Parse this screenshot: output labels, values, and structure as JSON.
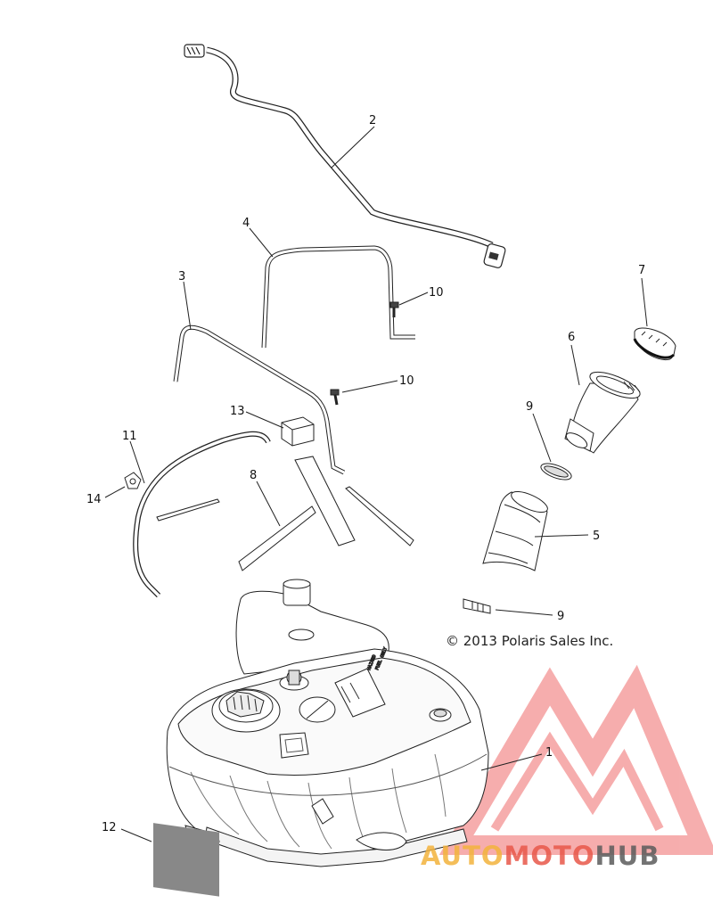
{
  "callouts": {
    "c1": "1",
    "c2": "2",
    "c3": "3",
    "c4": "4",
    "c5": "5",
    "c6": "6",
    "c7": "7",
    "c8": "8",
    "c9a": "9",
    "c9b": "9",
    "c10a": "10",
    "c10b": "10",
    "c11": "11",
    "c12": "12",
    "c13": "13",
    "c14": "14"
  },
  "copyright": "© 2013 Polaris Sales Inc.",
  "watermark": {
    "part1": "AUTO",
    "part2": "MOTO",
    "part3": "HUB",
    "colors": {
      "auto": "#f3b33d",
      "moto": "#e8584a",
      "hub": "#5b5b5b",
      "triangle": "#ef6b6b"
    }
  }
}
